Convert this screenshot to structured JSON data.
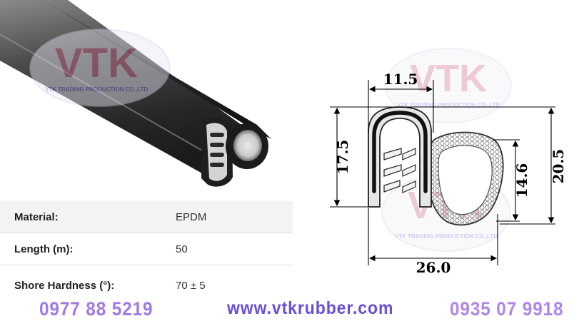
{
  "watermark": {
    "logo": "VTK",
    "company": "VTK TRADING PRODUCTION CO.,LTD"
  },
  "drawing": {
    "dim_top_width": "11.5",
    "dim_left_height": "17.5",
    "dim_inner_height": "14.6",
    "dim_right_height": "20.5",
    "dim_bottom_width": "26.0"
  },
  "specs": [
    {
      "label": "Material:",
      "value": "EPDM"
    },
    {
      "label": "Length (m):",
      "value": "50"
    },
    {
      "label": "Shore Hardness (°):",
      "value": "70 ± 5"
    }
  ],
  "contact": {
    "phone_left": "0977 88 5219",
    "website": "www.vtkrubber.com",
    "phone_right": "0935 07 9918"
  }
}
